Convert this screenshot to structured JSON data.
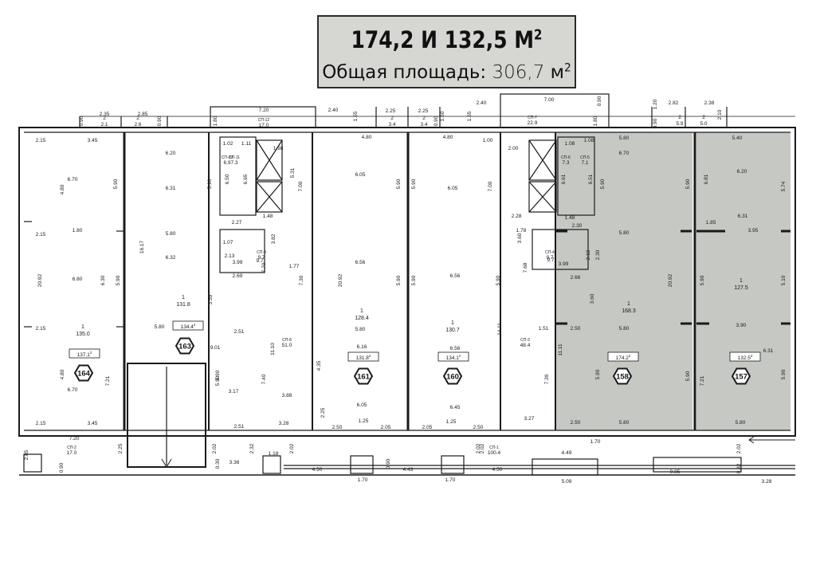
{
  "header": {
    "title": "174,2 И 132,5 М",
    "title_sup": "2",
    "subtitle_label": "Общая площадь:",
    "subtitle_value": "306,7",
    "subtitle_unit": "м",
    "subtitle_sup": "2"
  },
  "colors": {
    "highlight": "#c6c8c4",
    "line": "#1a1a1a",
    "title_bg": "#d6d7d2"
  },
  "units": [
    {
      "id": "164",
      "area": "137.1",
      "room_no": "1",
      "room_area": "135.0"
    },
    {
      "id": "163",
      "area": "134.4",
      "room_no": "1",
      "room_area": "131.8"
    },
    {
      "id": "161",
      "area": "131.8",
      "room_no": "1",
      "room_area": "128.4"
    },
    {
      "id": "160",
      "area": "134.1",
      "room_no": "1",
      "room_area": "130.7"
    },
    {
      "id": "158",
      "area": "174.2",
      "room_no": "1",
      "room_area": "168.3",
      "highlight": true
    },
    {
      "id": "157",
      "area": "132.5",
      "room_no": "1",
      "room_area": "127.5",
      "highlight": true
    }
  ],
  "unit_area_sup": "2",
  "aux_rooms": [
    {
      "code": "СП-12",
      "area": "17.0"
    },
    {
      "code": "СП-11",
      "area": "7.3"
    },
    {
      "code": "СП-10",
      "area": "6.9"
    },
    {
      "code": "СП-9",
      "area": "9.7"
    },
    {
      "code": "СП-8",
      "area": "51.0"
    },
    {
      "code": "СП-7",
      "area": "22.9"
    },
    {
      "code": "СП-6",
      "area": "7.3"
    },
    {
      "code": "СП-5",
      "area": "7.1"
    },
    {
      "code": "СП-4",
      "area": "9.7"
    },
    {
      "code": "СП-3",
      "area": "48.4"
    },
    {
      "code": "СП-2",
      "area": "17.0"
    },
    {
      "code": "СП-1",
      "area": "100.4"
    }
  ],
  "small_rooms": [
    {
      "no": "2",
      "area": "2.1"
    },
    {
      "no": "2",
      "area": "2.6"
    },
    {
      "no": "2",
      "area": "3.4"
    },
    {
      "no": "2",
      "area": "3.4"
    },
    {
      "no": "2",
      "area": "5.9"
    },
    {
      "no": "2",
      "area": "5.0"
    }
  ],
  "dimensions": {
    "top": [
      "2.35",
      "2.85",
      "0.90",
      "0.90",
      "7.20",
      "1.80",
      "2.40",
      "1.55",
      "2.25",
      "2.25",
      "0.90",
      "1.50",
      "2.40",
      "1.55",
      "7.00",
      "0.90",
      "1.80",
      "1.20",
      "2.82",
      "2.38",
      "0.90",
      "2.10"
    ],
    "unit164": [
      "2.15",
      "3.45",
      "6.70",
      "4.80",
      "5.90",
      "2.15",
      "1.80",
      "20.92",
      "6.80",
      "6.30",
      "5.90",
      "2.15",
      "4.80",
      "6.70",
      "7.21",
      "2.15",
      "3.45"
    ],
    "unit163": [
      "6.20",
      "6.31",
      "5.90",
      "5.80",
      "16.17",
      "6.32",
      "5.80",
      "3.59",
      "9.01",
      "5.90"
    ],
    "core_left": [
      "1.02",
      "1.11",
      "1.98",
      "6.50",
      "6.65",
      "5.31",
      "2.27",
      "1.48",
      "1.07",
      "2.13",
      "3.82",
      "1.77",
      "7.70",
      "2.69",
      "7.30",
      "2.51",
      "11.10",
      "3.17",
      "3.88",
      "7.40",
      "5.90",
      "3.28",
      "2.51"
    ],
    "unit161": [
      "4.80",
      "7.00",
      "6.05",
      "5.90",
      "20.92",
      "6.56",
      "5.90",
      "5.80",
      "6.16",
      "4.35",
      "6.05",
      "2.25",
      "2.50",
      "1.25",
      "2.05"
    ],
    "unit160": [
      "4.80",
      "5.90",
      "6.05",
      "7.00",
      "6.56",
      "5.90",
      "6.56",
      "5.90",
      "6.45",
      "1.25",
      "2.05",
      "2.50"
    ],
    "core_right": [
      "1.00",
      "2.00",
      "1.08",
      "1.08",
      "6.61",
      "6.51",
      "2.28",
      "1.48",
      "2.30",
      "1.78",
      "3.60",
      "2.12",
      "7.68",
      "3.99",
      "2.30",
      "14.11",
      "1.51",
      "11.11",
      "7.39",
      "3.27"
    ],
    "unit158": [
      "5.80",
      "6.70",
      "5.90",
      "5.90",
      "5.80",
      "2.66",
      "3.60",
      "20.92",
      "2.50",
      "5.80",
      "5.90",
      "5.90",
      "2.50",
      "5.80"
    ],
    "unit157": [
      "5.40",
      "6.81",
      "6.20",
      "5.74",
      "1.85",
      "6.31",
      "3.95",
      "5.90",
      "5.10",
      "3.90",
      "6.31",
      "7.21",
      "5.90",
      "5.80"
    ],
    "bottom": [
      "7.20",
      "2.25",
      "2.85",
      "0.90",
      "2.02",
      "3.36",
      "2.32",
      "1.18",
      "2.02",
      "0.30",
      "4.50",
      "1.70",
      "2.02",
      "0.90",
      "4.43",
      "1.70",
      "4.50",
      "2.02",
      "4.49",
      "5.09",
      "1.70",
      "9.85",
      "2.02",
      "0.82",
      "3.28"
    ],
    "core_left_extra": [
      "3.99",
      "9.7"
    ],
    "core_right_extra": [
      "9.7"
    ]
  }
}
